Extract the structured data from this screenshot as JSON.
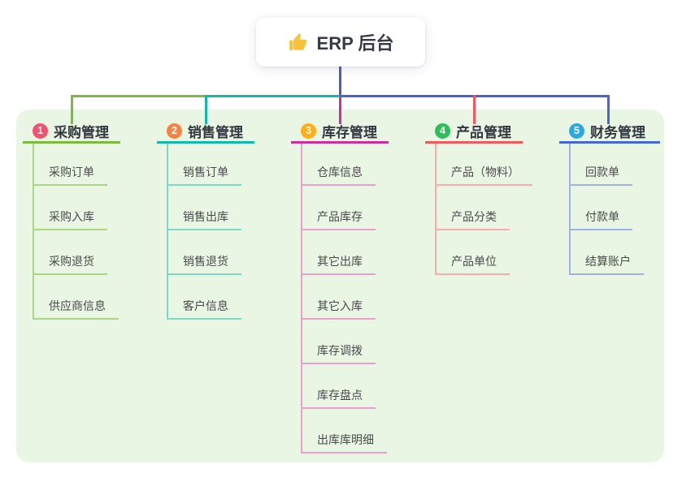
{
  "root": {
    "label": "ERP 后台",
    "icon": "thumbs-up-icon",
    "icon_color": "#F5C33B"
  },
  "colors": {
    "panel_bg": "#EAF6E4",
    "root_stem": "#4E59C7",
    "trunk_left": "#7CBA3F",
    "trunk_mid": "#14B8AB",
    "trunk_right": "#4862CF"
  },
  "columns": [
    {
      "badge": "1",
      "title": "采购管理",
      "badge_color": "#F1536E",
      "accent": "#7CBA3F",
      "child_accent": "#ACD584",
      "drop_color": "#7CBA3F",
      "children": [
        "采购订单",
        "采购入库",
        "采购退货",
        "供应商信息"
      ]
    },
    {
      "badge": "2",
      "title": "销售管理",
      "badge_color": "#F8823F",
      "accent": "#14B8AB",
      "child_accent": "#7FD6CB",
      "drop_color": "#14B8AB",
      "children": [
        "销售订单",
        "销售出库",
        "销售退货",
        "客户信息"
      ]
    },
    {
      "badge": "3",
      "title": "库存管理",
      "badge_color": "#FFAE13",
      "accent": "#CE2E9C",
      "child_accent": "#EC9FCF",
      "drop_color": "#CE2E9C",
      "children": [
        "仓库信息",
        "产品库存",
        "其它出库",
        "其它入库",
        "库存调拨",
        "库存盘点",
        "出库库明细"
      ]
    },
    {
      "badge": "4",
      "title": "产品管理",
      "badge_color": "#2BBE5B",
      "accent": "#F2595F",
      "child_accent": "#F8ABA8",
      "drop_color": "#F2595F",
      "children": [
        "产品（物料）",
        "产品分类",
        "产品单位"
      ]
    },
    {
      "badge": "5",
      "title": "财务管理",
      "badge_color": "#2BA9E0",
      "accent": "#4466D8",
      "child_accent": "#9FB1E8",
      "drop_color": "#4466D8",
      "children": [
        "回款单",
        "付款单",
        "结算账户"
      ]
    }
  ]
}
